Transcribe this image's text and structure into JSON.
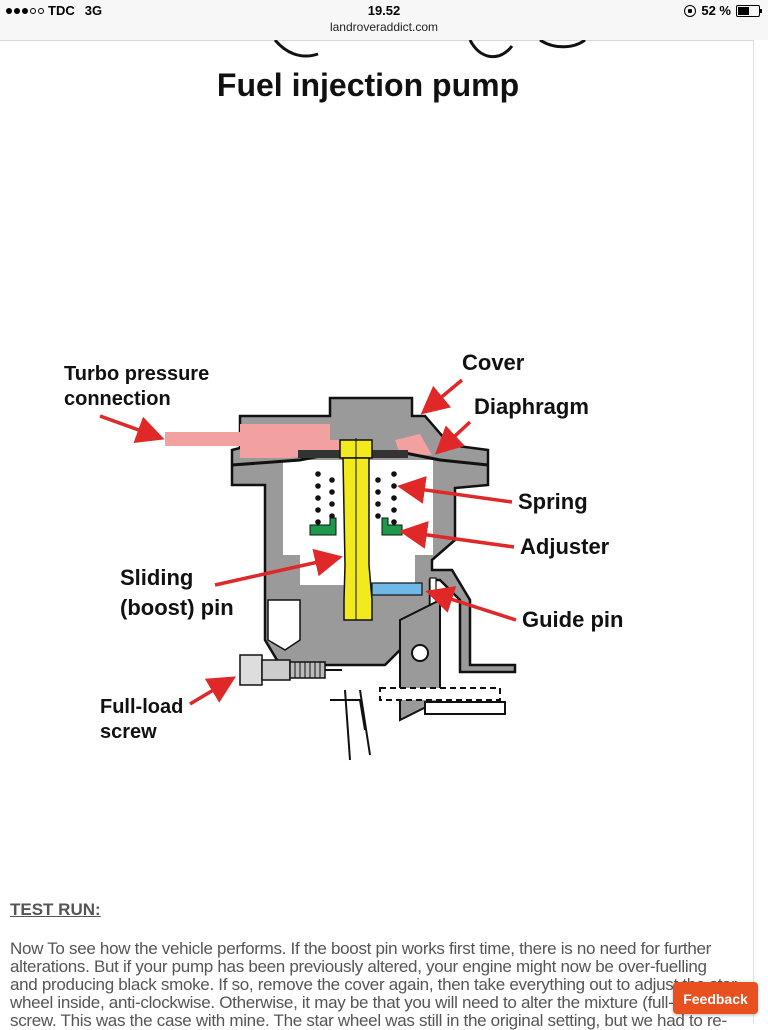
{
  "status_bar": {
    "carrier": "TDC",
    "network": "3G",
    "time": "19.52",
    "url": "landroveraddict.com",
    "battery_percent": "52 %",
    "battery_level": 0.52
  },
  "diagram": {
    "title": "Fuel injection pump",
    "labels": {
      "turbo_line1": "Turbo pressure",
      "turbo_line2": "connection",
      "cover": "Cover",
      "diaphragm": "Diaphragm",
      "spring": "Spring",
      "adjuster": "Adjuster",
      "sliding_line1": "Sliding",
      "sliding_line2": "(boost) pin",
      "guide_pin": "Guide pin",
      "fullload_line1": "Full-load",
      "fullload_line2": "screw"
    },
    "colors": {
      "housing": "#9a9a9a",
      "turbo_pressure": "#f2a0a0",
      "boost_pin": "#f2ea1c",
      "adjuster": "#1a9a4a",
      "guide_pin": "#6fb8e8",
      "arrows": "#e02828"
    }
  },
  "article": {
    "heading": "TEST RUN:",
    "lines": [
      "Now To see how the vehicle performs. If the boost pin works first time, there is no need for further",
      "alterations. But if your pump has been previously altered, your engine might now be over-fuelling",
      "and producing black smoke. If so, remove the cover again, then take everything out to adjust the star",
      "wheel inside, anti-clockwise. Otherwise, it may be that you will need to alter the mixture (full-load)",
      "screw. This was the case with mine. The star wheel was still in the original setting, but we had to re-"
    ]
  },
  "feedback_button": {
    "label": "Feedback"
  }
}
